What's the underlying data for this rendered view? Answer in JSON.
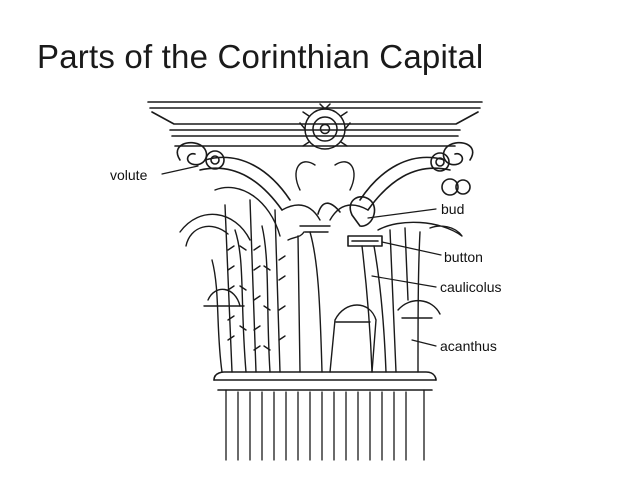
{
  "slide": {
    "title": "Parts of the Corinthian Capital"
  },
  "diagram": {
    "labels": {
      "volute": "volute",
      "bud": "bud",
      "button": "button",
      "caulicolus": "caulicolus",
      "acanthus": "acanthus"
    }
  }
}
